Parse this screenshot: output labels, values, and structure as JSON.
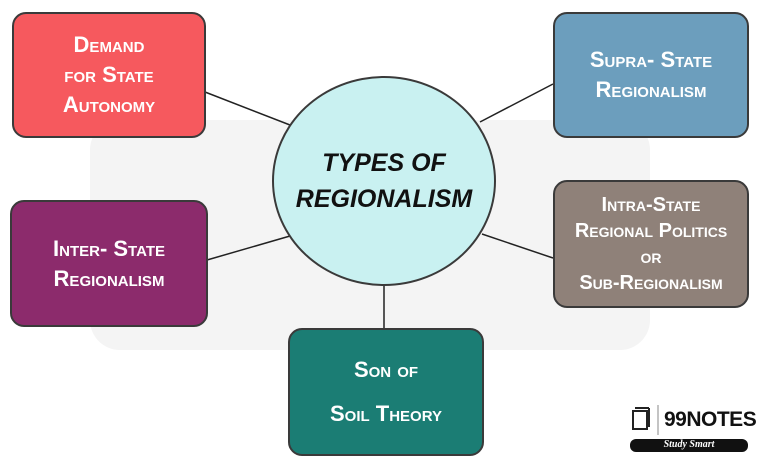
{
  "center": {
    "lines": [
      "TYPES OF",
      "REGIONALISM"
    ],
    "color": "#c9f1f1"
  },
  "nodes": [
    {
      "id": "demand",
      "lines": [
        "Demand",
        "for State",
        "Autonomy"
      ],
      "color": "#f6595e"
    },
    {
      "id": "supra",
      "lines": [
        "Supra- State",
        "Regionalism"
      ],
      "color": "#6c9ebd"
    },
    {
      "id": "inter",
      "lines": [
        "Inter- State",
        "Regionalism"
      ],
      "color": "#8c2b6c"
    },
    {
      "id": "intra",
      "lines": [
        "Intra-State",
        "Regional Politics",
        "or",
        "Sub-Regionalism"
      ],
      "color": "#8f8179"
    },
    {
      "id": "son",
      "lines": [
        "Son of",
        "Soil Theory"
      ],
      "color": "#1b7d74"
    }
  ],
  "logo": {
    "name": "99NOTES",
    "tagline": "Study Smart",
    "icon": "book-icon"
  }
}
